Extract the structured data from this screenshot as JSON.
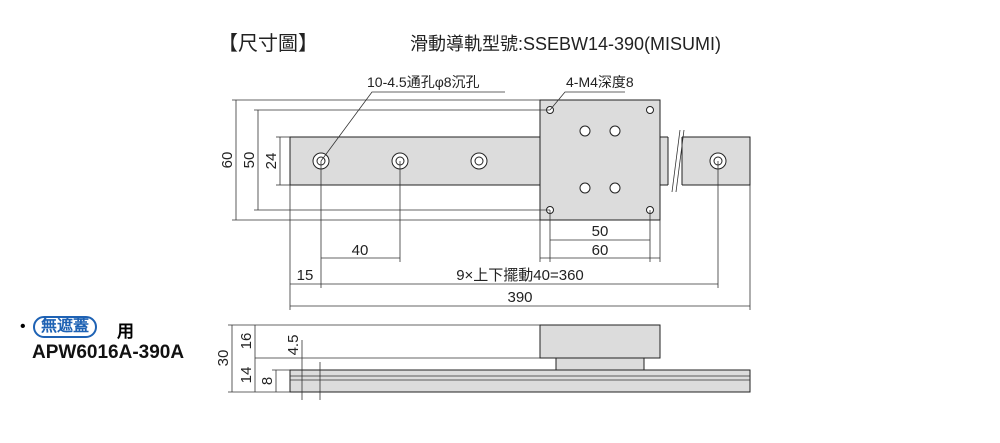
{
  "header": {
    "title": "【尺寸圖】",
    "model": "滑動導軌型號:SSEBW14-390(MISUMI)"
  },
  "callouts": {
    "holes": "10-4.5通孔φ8沉孔",
    "taps": "4-M4深度8"
  },
  "top_view_dims": {
    "h60": "60",
    "h50": "50",
    "h24": "24",
    "w50": "50",
    "w60": "60",
    "p40": "40",
    "e15": "15",
    "pitch": "9×上下擺動40=360",
    "total": "390"
  },
  "side_view_dims": {
    "h30": "30",
    "h16": "16",
    "h14": "14",
    "h4_5": "4.5",
    "h8": "8"
  },
  "product": {
    "bullet": "•",
    "badge": "無遮蓋",
    "suffix": "用",
    "part_number": "APW6016A-390A"
  },
  "colors": {
    "part_fill": "#dcdcdc",
    "badge": "#1e62b4"
  }
}
